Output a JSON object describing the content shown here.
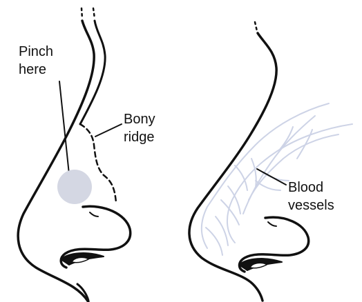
{
  "labels": {
    "pinch": [
      "Pinch",
      "here"
    ],
    "bony": [
      "Bony",
      "ridge"
    ],
    "blood": [
      "Blood",
      "vessels"
    ]
  },
  "colors": {
    "outline": "#111111",
    "pinch_area": "#d4d7e3",
    "vessels": "#cdd3e6"
  }
}
